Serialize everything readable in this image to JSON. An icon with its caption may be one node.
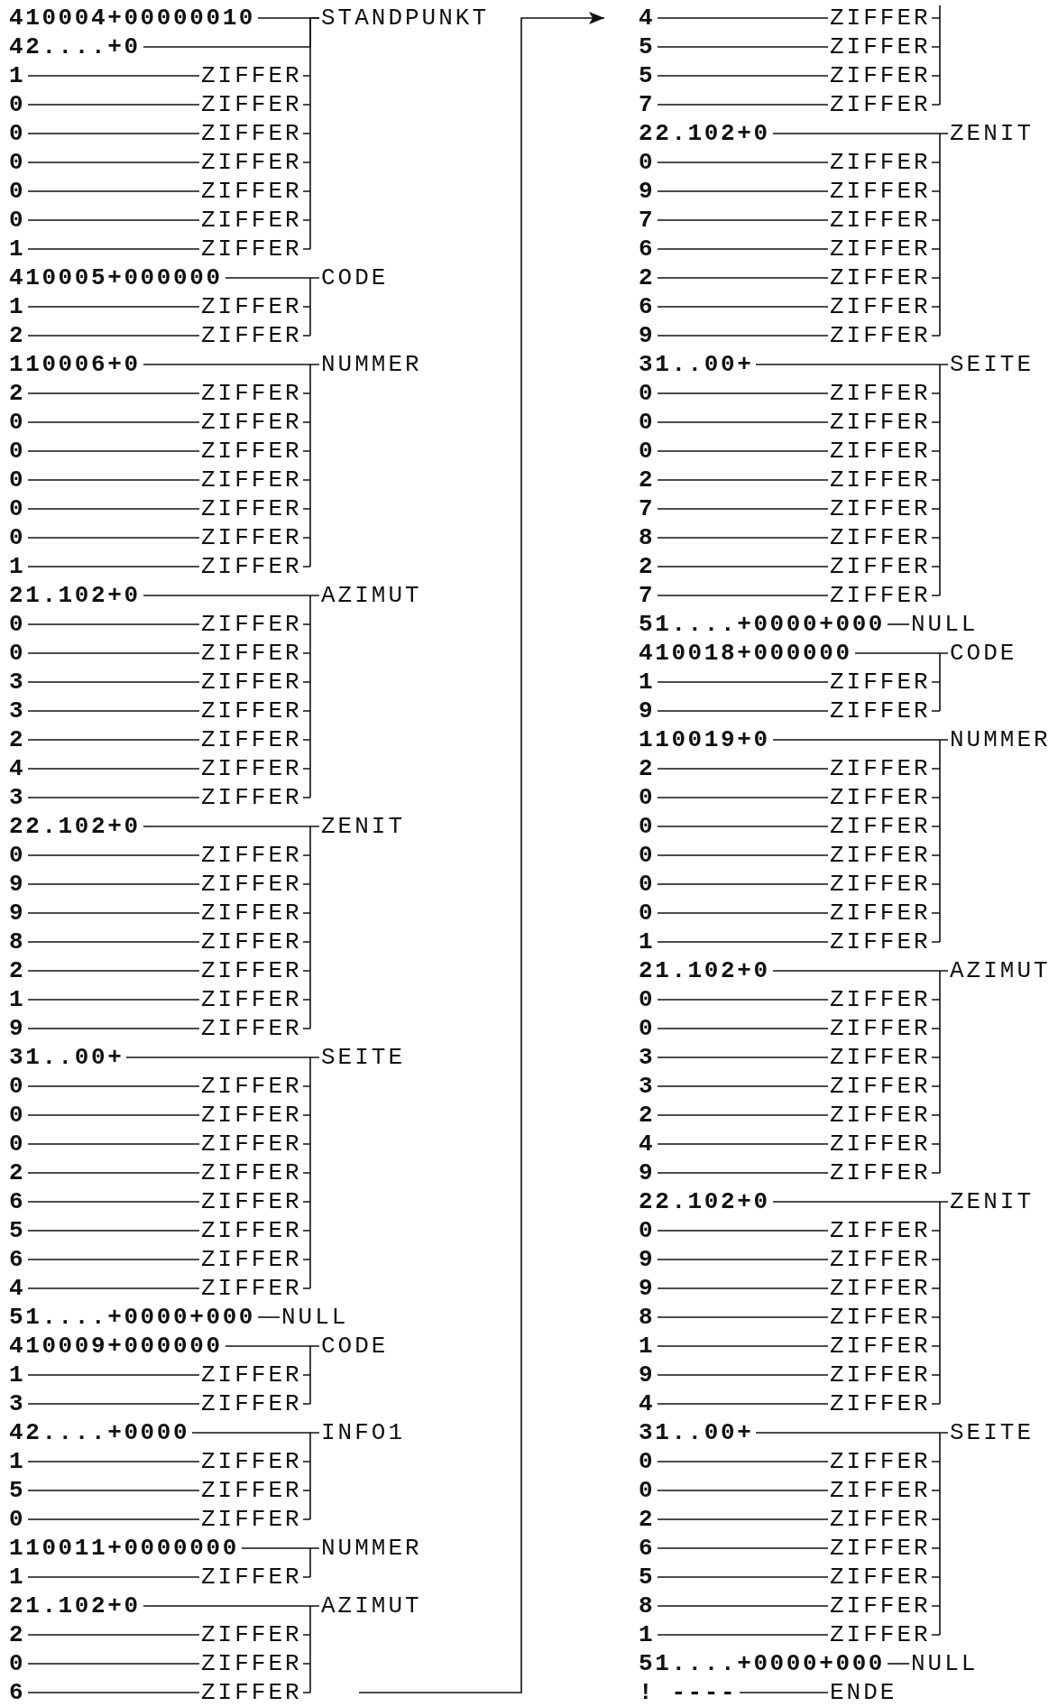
{
  "diagram": {
    "nodes": [
      {
        "text": [
          "410004+00000010"
        ]
      },
      {
        "text": [
          "STANDPUNKT"
        ]
      },
      {
        "text": [
          "42....+0"
        ]
      },
      {
        "text": [
          "1"
        ]
      },
      {
        "text": [
          "ZIFFER"
        ]
      },
      {
        "text": [
          "0"
        ]
      },
      {
        "text": [
          "ZIFFER"
        ]
      },
      {
        "text": [
          "0"
        ]
      },
      {
        "text": [
          "ZIFFER"
        ]
      },
      {
        "text": [
          "0"
        ]
      },
      {
        "text": [
          "ZIFFER"
        ]
      },
      {
        "text": [
          "0"
        ]
      },
      {
        "text": [
          "ZIFFER"
        ]
      },
      {
        "text": [
          "0"
        ]
      },
      {
        "text": [
          "ZIFFER"
        ]
      },
      {
        "text": [
          "1"
        ]
      },
      {
        "text": [
          "ZIFFER"
        ]
      },
      {
        "text": [
          "410005+000000"
        ]
      },
      {
        "text": [
          "CODE"
        ]
      },
      {
        "text": [
          "1"
        ]
      },
      {
        "text": [
          "ZIFFER"
        ]
      },
      {
        "text": [
          "2"
        ]
      },
      {
        "text": [
          "ZIFFER"
        ]
      },
      {
        "text": [
          "110006+0"
        ]
      },
      {
        "text": [
          "NUMMER"
        ]
      },
      {
        "text": [
          "2"
        ]
      },
      {
        "text": [
          "ZIFFER"
        ]
      },
      {
        "text": [
          "0"
        ]
      },
      {
        "text": [
          "ZIFFER"
        ]
      },
      {
        "text": [
          "0"
        ]
      },
      {
        "text": [
          "ZIFFER"
        ]
      },
      {
        "text": [
          "0"
        ]
      },
      {
        "text": [
          "ZIFFER"
        ]
      },
      {
        "text": [
          "0"
        ]
      },
      {
        "text": [
          "ZIFFER"
        ]
      },
      {
        "text": [
          "0"
        ]
      },
      {
        "text": [
          "ZIFFER"
        ]
      },
      {
        "text": [
          "1"
        ]
      },
      {
        "text": [
          "ZIFFER"
        ]
      },
      {
        "text": [
          "21.102+0"
        ]
      },
      {
        "text": [
          "AZIMUT"
        ]
      },
      {
        "text": [
          "0"
        ]
      },
      {
        "text": [
          "ZIFFER"
        ]
      },
      {
        "text": [
          "0"
        ]
      },
      {
        "text": [
          "ZIFFER"
        ]
      },
      {
        "text": [
          "3"
        ]
      },
      {
        "text": [
          "ZIFFER"
        ]
      },
      {
        "text": [
          "3"
        ]
      },
      {
        "text": [
          "ZIFFER"
        ]
      },
      {
        "text": [
          "2"
        ]
      },
      {
        "text": [
          "ZIFFER"
        ]
      },
      {
        "text": [
          "4"
        ]
      },
      {
        "text": [
          "ZIFFER"
        ]
      },
      {
        "text": [
          "3"
        ]
      },
      {
        "text": [
          "ZIFFER"
        ]
      },
      {
        "text": [
          "22.102+0"
        ]
      },
      {
        "text": [
          "ZENIT"
        ]
      },
      {
        "text": [
          "0"
        ]
      },
      {
        "text": [
          "ZIFFER"
        ]
      },
      {
        "text": [
          "9"
        ]
      },
      {
        "text": [
          "ZIFFER"
        ]
      },
      {
        "text": [
          "9"
        ]
      },
      {
        "text": [
          "ZIFFER"
        ]
      },
      {
        "text": [
          "8"
        ]
      },
      {
        "text": [
          "ZIFFER"
        ]
      },
      {
        "text": [
          "2"
        ]
      },
      {
        "text": [
          "ZIFFER"
        ]
      },
      {
        "text": [
          "1"
        ]
      },
      {
        "text": [
          "ZIFFER"
        ]
      },
      {
        "text": [
          "9"
        ]
      },
      {
        "text": [
          "ZIFFER"
        ]
      },
      {
        "text": [
          "31..00+"
        ]
      },
      {
        "text": [
          "SEITE"
        ]
      },
      {
        "text": [
          "0"
        ]
      },
      {
        "text": [
          "ZIFFER"
        ]
      },
      {
        "text": [
          "0"
        ]
      },
      {
        "text": [
          "ZIFFER"
        ]
      },
      {
        "text": [
          "0"
        ]
      },
      {
        "text": [
          "ZIFFER"
        ]
      },
      {
        "text": [
          "2"
        ]
      },
      {
        "text": [
          "ZIFFER"
        ]
      },
      {
        "text": [
          "6"
        ]
      },
      {
        "text": [
          "ZIFFER"
        ]
      },
      {
        "text": [
          "5"
        ]
      },
      {
        "text": [
          "ZIFFER"
        ]
      },
      {
        "text": [
          "6"
        ]
      },
      {
        "text": [
          "ZIFFER"
        ]
      },
      {
        "text": [
          "4"
        ]
      },
      {
        "text": [
          "ZIFFER"
        ]
      },
      {
        "text": [
          "51....+0000+000"
        ]
      },
      {
        "text": [
          "NULL"
        ]
      },
      {
        "text": [
          "410009+000000"
        ]
      },
      {
        "text": [
          "CODE"
        ]
      },
      {
        "text": [
          "1"
        ]
      },
      {
        "text": [
          "ZIFFER"
        ]
      },
      {
        "text": [
          "3"
        ]
      },
      {
        "text": [
          "ZIFFER"
        ]
      },
      {
        "text": [
          "42....+0000"
        ]
      },
      {
        "text": [
          "INFO1"
        ]
      },
      {
        "text": [
          "1"
        ]
      },
      {
        "text": [
          "ZIFFER"
        ]
      },
      {
        "text": [
          "5"
        ]
      },
      {
        "text": [
          "ZIFFER"
        ]
      },
      {
        "text": [
          "0"
        ]
      },
      {
        "text": [
          "ZIFFER"
        ]
      },
      {
        "text": [
          "110011+0000000"
        ]
      },
      {
        "text": [
          "NUMMER"
        ]
      },
      {
        "text": [
          "1"
        ]
      },
      {
        "text": [
          "ZIFFER"
        ]
      },
      {
        "text": [
          "21.102+0"
        ]
      },
      {
        "text": [
          "AZIMUT"
        ]
      },
      {
        "text": [
          "2"
        ]
      },
      {
        "text": [
          "ZIFFER"
        ]
      },
      {
        "text": [
          "0"
        ]
      },
      {
        "text": [
          "ZIFFER"
        ]
      },
      {
        "text": [
          "6"
        ]
      },
      {
        "text": [
          "ZIFFER"
        ]
      },
      {
        "text": [
          "4"
        ]
      },
      {
        "text": [
          "ZIFFER"
        ]
      },
      {
        "text": [
          "5"
        ]
      },
      {
        "text": [
          "ZIFFER"
        ]
      },
      {
        "text": [
          "5"
        ]
      },
      {
        "text": [
          "ZIFFER"
        ]
      },
      {
        "text": [
          "7"
        ]
      },
      {
        "text": [
          "ZIFFER"
        ]
      },
      {
        "text": [
          "22.102+0"
        ]
      },
      {
        "text": [
          "ZENIT"
        ]
      },
      {
        "text": [
          "0"
        ]
      },
      {
        "text": [
          "ZIFFER"
        ]
      },
      {
        "text": [
          "9"
        ]
      },
      {
        "text": [
          "ZIFFER"
        ]
      },
      {
        "text": [
          "7"
        ]
      },
      {
        "text": [
          "ZIFFER"
        ]
      },
      {
        "text": [
          "6"
        ]
      },
      {
        "text": [
          "ZIFFER"
        ]
      },
      {
        "text": [
          "2"
        ]
      },
      {
        "text": [
          "ZIFFER"
        ]
      },
      {
        "text": [
          "6"
        ]
      },
      {
        "text": [
          "ZIFFER"
        ]
      },
      {
        "text": [
          "9"
        ]
      },
      {
        "text": [
          "ZIFFER"
        ]
      },
      {
        "text": [
          "31..00+"
        ]
      },
      {
        "text": [
          "SEITE"
        ]
      },
      {
        "text": [
          "0"
        ]
      },
      {
        "text": [
          "ZIFFER"
        ]
      },
      {
        "text": [
          "0"
        ]
      },
      {
        "text": [
          "ZIFFER"
        ]
      },
      {
        "text": [
          "0"
        ]
      },
      {
        "text": [
          "ZIFFER"
        ]
      },
      {
        "text": [
          "2"
        ]
      },
      {
        "text": [
          "ZIFFER"
        ]
      },
      {
        "text": [
          "7"
        ]
      },
      {
        "text": [
          "ZIFFER"
        ]
      },
      {
        "text": [
          "8"
        ]
      },
      {
        "text": [
          "ZIFFER"
        ]
      },
      {
        "text": [
          "2"
        ]
      },
      {
        "text": [
          "ZIFFER"
        ]
      },
      {
        "text": [
          "7"
        ]
      },
      {
        "text": [
          "ZIFFER"
        ]
      },
      {
        "text": [
          "51....+0000+000"
        ]
      },
      {
        "text": [
          "NULL"
        ]
      },
      {
        "text": [
          "410018+000000"
        ]
      },
      {
        "text": [
          "CODE"
        ]
      },
      {
        "text": [
          "1"
        ]
      },
      {
        "text": [
          "ZIFFER"
        ]
      },
      {
        "text": [
          "9"
        ]
      },
      {
        "text": [
          "ZIFFER"
        ]
      },
      {
        "text": [
          "110019+0"
        ]
      },
      {
        "text": [
          "NUMMER"
        ]
      },
      {
        "text": [
          "2"
        ]
      },
      {
        "text": [
          "ZIFFER"
        ]
      },
      {
        "text": [
          "0"
        ]
      },
      {
        "text": [
          "ZIFFER"
        ]
      },
      {
        "text": [
          "0"
        ]
      },
      {
        "text": [
          "ZIFFER"
        ]
      },
      {
        "text": [
          "0"
        ]
      },
      {
        "text": [
          "ZIFFER"
        ]
      },
      {
        "text": [
          "0"
        ]
      },
      {
        "text": [
          "ZIFFER"
        ]
      },
      {
        "text": [
          "0"
        ]
      },
      {
        "text": [
          "ZIFFER"
        ]
      },
      {
        "text": [
          "1"
        ]
      },
      {
        "text": [
          "ZIFFER"
        ]
      },
      {
        "text": [
          "21.102+0"
        ]
      },
      {
        "text": [
          "AZIMUT"
        ]
      },
      {
        "text": [
          "0"
        ]
      },
      {
        "text": [
          "ZIFFER"
        ]
      },
      {
        "text": [
          "0"
        ]
      },
      {
        "text": [
          "ZIFFER"
        ]
      },
      {
        "text": [
          "3"
        ]
      },
      {
        "text": [
          "ZIFFER"
        ]
      },
      {
        "text": [
          "3"
        ]
      },
      {
        "text": [
          "ZIFFER"
        ]
      },
      {
        "text": [
          "2"
        ]
      },
      {
        "text": [
          "ZIFFER"
        ]
      },
      {
        "text": [
          "4"
        ]
      },
      {
        "text": [
          "ZIFFER"
        ]
      },
      {
        "text": [
          "9"
        ]
      },
      {
        "text": [
          "ZIFFER"
        ]
      },
      {
        "text": [
          "22.102+0"
        ]
      },
      {
        "text": [
          "ZENIT"
        ]
      },
      {
        "text": [
          "0"
        ]
      },
      {
        "text": [
          "ZIFFER"
        ]
      },
      {
        "text": [
          "9"
        ]
      },
      {
        "text": [
          "ZIFFER"
        ]
      },
      {
        "text": [
          "9"
        ]
      },
      {
        "text": [
          "ZIFFER"
        ]
      },
      {
        "text": [
          "8"
        ]
      },
      {
        "text": [
          "ZIFFER"
        ]
      },
      {
        "text": [
          "1"
        ]
      },
      {
        "text": [
          "ZIFFER"
        ]
      },
      {
        "text": [
          "9"
        ]
      },
      {
        "text": [
          "ZIFFER"
        ]
      },
      {
        "text": [
          "4"
        ]
      },
      {
        "text": [
          "ZIFFER"
        ]
      },
      {
        "text": [
          "31..00+"
        ]
      },
      {
        "text": [
          "SEITE"
        ]
      },
      {
        "text": [
          "0"
        ]
      },
      {
        "text": [
          "ZIFFER"
        ]
      },
      {
        "text": [
          "0"
        ]
      },
      {
        "text": [
          "ZIFFER"
        ]
      },
      {
        "text": [
          "2"
        ]
      },
      {
        "text": [
          "ZIFFER"
        ]
      },
      {
        "text": [
          "6"
        ]
      },
      {
        "text": [
          "ZIFFER"
        ]
      },
      {
        "text": [
          "5"
        ]
      },
      {
        "text": [
          "ZIFFER"
        ]
      },
      {
        "text": [
          "8"
        ]
      },
      {
        "text": [
          "ZIFFER"
        ]
      },
      {
        "text": [
          "1"
        ]
      },
      {
        "text": [
          "ZIFFER"
        ]
      },
      {
        "text": [
          "51....+0000+000"
        ]
      },
      {
        "text": [
          "NULL"
        ]
      },
      {
        "text": [
          "! ----"
        ]
      },
      {
        "text": [
          "ENDE"
        ]
      }
    ],
    "edges": [
      {
        "from": 0,
        "to": 1,
        "arrow": "none"
      },
      {
        "from": 2,
        "to": 1,
        "arrow": "none"
      },
      {
        "from": 3,
        "to": 4,
        "arrow": "none"
      },
      {
        "from": 5,
        "to": 6,
        "arrow": "none"
      },
      {
        "from": 7,
        "to": 8,
        "arrow": "none"
      },
      {
        "from": 9,
        "to": 10,
        "arrow": "none"
      },
      {
        "from": 11,
        "to": 12,
        "arrow": "none"
      },
      {
        "from": 13,
        "to": 14,
        "arrow": "none"
      },
      {
        "from": 15,
        "to": 16,
        "arrow": "none"
      },
      {
        "from": 17,
        "to": 18,
        "arrow": "none"
      },
      {
        "from": 19,
        "to": 20,
        "arrow": "none"
      },
      {
        "from": 21,
        "to": 22,
        "arrow": "none"
      },
      {
        "from": 23,
        "to": 24,
        "arrow": "none"
      },
      {
        "from": 25,
        "to": 26,
        "arrow": "none"
      },
      {
        "from": 27,
        "to": 28,
        "arrow": "none"
      },
      {
        "from": 29,
        "to": 30,
        "arrow": "none"
      },
      {
        "from": 31,
        "to": 32,
        "arrow": "none"
      },
      {
        "from": 33,
        "to": 34,
        "arrow": "none"
      },
      {
        "from": 35,
        "to": 36,
        "arrow": "none"
      },
      {
        "from": 37,
        "to": 38,
        "arrow": "none"
      },
      {
        "from": 39,
        "to": 40,
        "arrow": "none"
      },
      {
        "from": 41,
        "to": 42,
        "arrow": "none"
      },
      {
        "from": 43,
        "to": 44,
        "arrow": "none"
      },
      {
        "from": 45,
        "to": 46,
        "arrow": "none"
      },
      {
        "from": 47,
        "to": 48,
        "arrow": "none"
      },
      {
        "from": 49,
        "to": 50,
        "arrow": "none"
      },
      {
        "from": 51,
        "to": 52,
        "arrow": "none"
      },
      {
        "from": 53,
        "to": 54,
        "arrow": "none"
      },
      {
        "from": 55,
        "to": 56,
        "arrow": "none"
      },
      {
        "from": 57,
        "to": 58,
        "arrow": "none"
      },
      {
        "from": 59,
        "to": 60,
        "arrow": "none"
      },
      {
        "from": 61,
        "to": 62,
        "arrow": "none"
      },
      {
        "from": 63,
        "to": 64,
        "arrow": "none"
      },
      {
        "from": 65,
        "to": 66,
        "arrow": "none"
      },
      {
        "from": 67,
        "to": 68,
        "arrow": "none"
      },
      {
        "from": 69,
        "to": 70,
        "arrow": "none"
      },
      {
        "from": 71,
        "to": 72,
        "arrow": "none"
      },
      {
        "from": 73,
        "to": 74,
        "arrow": "none"
      },
      {
        "from": 75,
        "to": 76,
        "arrow": "none"
      },
      {
        "from": 77,
        "to": 78,
        "arrow": "none"
      },
      {
        "from": 79,
        "to": 80,
        "arrow": "none"
      },
      {
        "from": 81,
        "to": 82,
        "arrow": "none"
      },
      {
        "from": 83,
        "to": 84,
        "arrow": "none"
      },
      {
        "from": 85,
        "to": 86,
        "arrow": "none"
      },
      {
        "from": 87,
        "to": 88,
        "arrow": "none"
      },
      {
        "from": 89,
        "to": 90,
        "arrow": "none"
      },
      {
        "from": 91,
        "to": 92,
        "arrow": "none"
      },
      {
        "from": 93,
        "to": 94,
        "arrow": "none"
      },
      {
        "from": 95,
        "to": 96,
        "arrow": "none"
      },
      {
        "from": 97,
        "to": 98,
        "arrow": "none"
      },
      {
        "from": 99,
        "to": 100,
        "arrow": "none"
      },
      {
        "from": 101,
        "to": 102,
        "arrow": "none"
      },
      {
        "from": 103,
        "to": 104,
        "arrow": "none"
      },
      {
        "from": 105,
        "to": 106,
        "arrow": "none"
      },
      {
        "from": 107,
        "to": 108,
        "arrow": "none"
      },
      {
        "from": 109,
        "to": 110,
        "arrow": "none"
      },
      {
        "from": 111,
        "to": 112,
        "arrow": "none"
      },
      {
        "from": 113,
        "to": 114,
        "arrow": "none"
      },
      {
        "from": 115,
        "to": 116,
        "arrow": "none"
      },
      {
        "from": 117,
        "to": 118,
        "arrow": "none"
      },
      {
        "from": 119,
        "to": 120,
        "arrow": "none"
      },
      {
        "from": 121,
        "to": 122,
        "arrow": "none"
      },
      {
        "from": 123,
        "to": 124,
        "arrow": "none"
      },
      {
        "from": 125,
        "to": 126,
        "arrow": "none"
      },
      {
        "from": 127,
        "to": 128,
        "arrow": "none"
      },
      {
        "from": 129,
        "to": 130,
        "arrow": "none"
      },
      {
        "from": 131,
        "to": 132,
        "arrow": "none"
      },
      {
        "from": 133,
        "to": 134,
        "arrow": "none"
      },
      {
        "from": 135,
        "to": 136,
        "arrow": "none"
      },
      {
        "from": 137,
        "to": 138,
        "arrow": "none"
      },
      {
        "from": 139,
        "to": 140,
        "arrow": "none"
      },
      {
        "from": 141,
        "to": 142,
        "arrow": "none"
      },
      {
        "from": 143,
        "to": 144,
        "arrow": "none"
      },
      {
        "from": 145,
        "to": 146,
        "arrow": "none"
      },
      {
        "from": 147,
        "to": 148,
        "arrow": "none"
      },
      {
        "from": 149,
        "to": 150,
        "arrow": "none"
      },
      {
        "from": 151,
        "to": 152,
        "arrow": "none"
      },
      {
        "from": 153,
        "to": 154,
        "arrow": "none"
      },
      {
        "from": 155,
        "to": 156,
        "arrow": "none"
      },
      {
        "from": 157,
        "to": 158,
        "arrow": "none"
      },
      {
        "from": 159,
        "to": 160,
        "arrow": "none"
      },
      {
        "from": 161,
        "to": 162,
        "arrow": "none"
      },
      {
        "from": 163,
        "to": 164,
        "arrow": "none"
      },
      {
        "from": 165,
        "to": 166,
        "arrow": "none"
      },
      {
        "from": 167,
        "to": 168,
        "arrow": "none"
      },
      {
        "from": 169,
        "to": 170,
        "arrow": "none"
      },
      {
        "from": 171,
        "to": 172,
        "arrow": "none"
      },
      {
        "from": 173,
        "to": 174,
        "arrow": "none"
      },
      {
        "from": 175,
        "to": 176,
        "arrow": "none"
      },
      {
        "from": 177,
        "to": 178,
        "arrow": "none"
      },
      {
        "from": 179,
        "to": 180,
        "arrow": "none"
      },
      {
        "from": 181,
        "to": 182,
        "arrow": "none"
      },
      {
        "from": 183,
        "to": 184,
        "arrow": "none"
      },
      {
        "from": 185,
        "to": 186,
        "arrow": "none"
      },
      {
        "from": 187,
        "to": 188,
        "arrow": "none"
      },
      {
        "from": 189,
        "to": 190,
        "arrow": "none"
      },
      {
        "from": 191,
        "to": 192,
        "arrow": "none"
      },
      {
        "from": 193,
        "to": 194,
        "arrow": "none"
      },
      {
        "from": 195,
        "to": 196,
        "arrow": "none"
      },
      {
        "from": 197,
        "to": 198,
        "arrow": "none"
      },
      {
        "from": 199,
        "to": 200,
        "arrow": "none"
      },
      {
        "from": 201,
        "to": 202,
        "arrow": "none"
      },
      {
        "from": 203,
        "to": 204,
        "arrow": "none"
      },
      {
        "from": 205,
        "to": 206,
        "arrow": "none"
      },
      {
        "from": 207,
        "to": 208,
        "arrow": "none"
      },
      {
        "from": 209,
        "to": 210,
        "arrow": "none"
      },
      {
        "from": 211,
        "to": 212,
        "arrow": "none"
      },
      {
        "from": 213,
        "to": 214,
        "arrow": "none"
      },
      {
        "from": 215,
        "to": 216,
        "arrow": "none"
      },
      {
        "from": 217,
        "to": 218,
        "arrow": "none"
      },
      {
        "from": 219,
        "to": 220,
        "arrow": "none"
      },
      {
        "from": 221,
        "to": 222,
        "arrow": "none"
      },
      {
        "from": 223,
        "to": 224,
        "arrow": "none"
      },
      {
        "from": 225,
        "to": 226,
        "arrow": "none"
      },
      {
        "from": 227,
        "to": 228,
        "arrow": "none"
      },
      {
        "from": 229,
        "to": 230,
        "arrow": "none"
      },
      {
        "from": 231,
        "to": 232,
        "arrow": "none"
      },
      {
        "from": 233,
        "to": 234,
        "arrow": "none"
      },
      {
        "from": null,
        "to": 117,
        "arrow": "to"
      }
    ]
  }
}
